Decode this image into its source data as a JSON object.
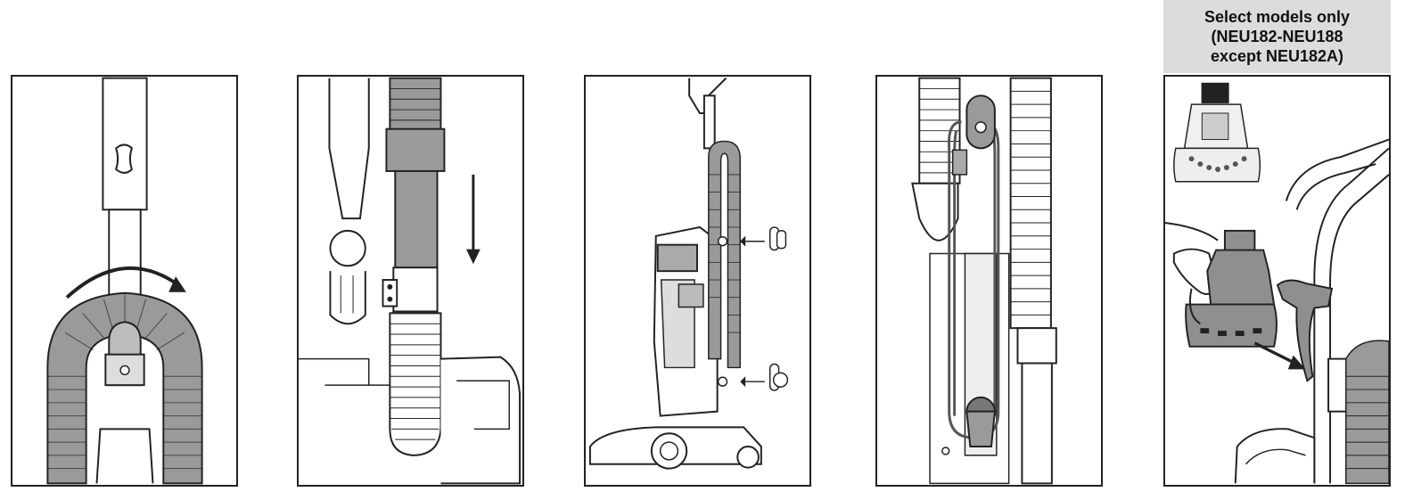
{
  "note": {
    "line1": "Select models only",
    "line2": "(NEU182-NEU188",
    "line3": "except NEU182A)"
  },
  "colors": {
    "outline": "#222222",
    "hose_fill": "#9a9a9a",
    "part_fill": "#8f8f8f",
    "note_bg": "#dcdcdc"
  },
  "icons": [
    "curved-arrow-icon",
    "down-arrow-icon",
    "left-arrow-icon",
    "diagonal-arrow-icon"
  ]
}
